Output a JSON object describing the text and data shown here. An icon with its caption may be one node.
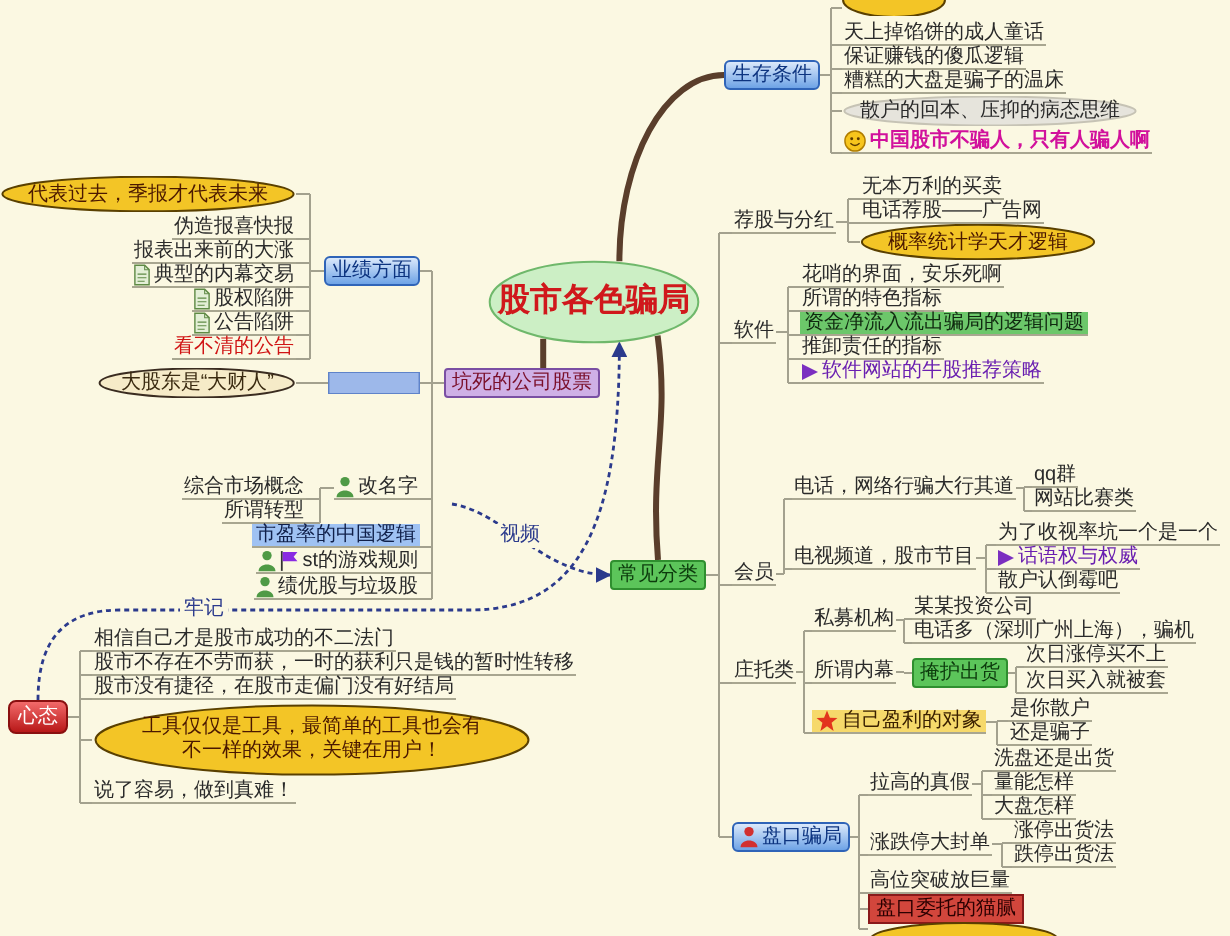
{
  "diagram": {
    "nodes": [
      {
        "text": [
          "股市各色骗局"
        ]
      },
      {
        "text": [
          "生存条件"
        ]
      },
      {
        "text": [],
        "shape": "ellipse"
      },
      {
        "text": [
          "天上掉馅饼的成人童话"
        ]
      },
      {
        "text": [
          "保证赚钱的傻瓜逻辑"
        ]
      },
      {
        "text": [
          "糟糕的大盘是骗子的温床"
        ]
      },
      {
        "text": [
          "散户的回本、压抑的病态思维"
        ]
      },
      {
        "text": [
          "中国股市不骗人，只有人骗人啊"
        ]
      },
      {
        "text": [
          "常见分类"
        ]
      },
      {
        "text": [
          "荐股与分红"
        ]
      },
      {
        "text": [
          "无本万利的买卖"
        ]
      },
      {
        "text": [
          "电话荐股——广告网"
        ]
      },
      {
        "text": [
          "概率统计学天才逻辑"
        ]
      },
      {
        "text": [
          "软件"
        ]
      },
      {
        "text": [
          "花哨的界面，安乐死啊"
        ]
      },
      {
        "text": [
          "所谓的特色指标"
        ]
      },
      {
        "text": [
          "资金净流入流出骗局的逻辑问题"
        ]
      },
      {
        "text": [
          "推卸责任的指标"
        ]
      },
      {
        "text": [
          "软件网站的牛股推荐策略"
        ]
      },
      {
        "text": [
          "会员"
        ]
      },
      {
        "text": [
          "电话，网络行骗大行其道"
        ]
      },
      {
        "text": [
          "qq群"
        ]
      },
      {
        "text": [
          "网站比赛类"
        ]
      },
      {
        "text": [
          "电视频道，股市节目"
        ]
      },
      {
        "text": [
          "为了收视率坑一个是一个"
        ]
      },
      {
        "text": [
          "话语权与权威"
        ]
      },
      {
        "text": [
          "散户认倒霉吧"
        ]
      },
      {
        "text": [
          "庄托类"
        ]
      },
      {
        "text": [
          "私募机构"
        ]
      },
      {
        "text": [
          "某某投资公司"
        ]
      },
      {
        "text": [
          "电话多（深圳广州上海），骗机"
        ]
      },
      {
        "text": [
          "所谓内幕"
        ]
      },
      {
        "text": [
          "掩护出货"
        ]
      },
      {
        "text": [
          "次日涨停买不上"
        ]
      },
      {
        "text": [
          "次日买入就被套"
        ]
      },
      {
        "text": [
          "自己盈利的对象"
        ]
      },
      {
        "text": [
          "是你散户"
        ]
      },
      {
        "text": [
          "还是骗子"
        ]
      },
      {
        "text": [
          "盘口骗局"
        ]
      },
      {
        "text": [
          "拉高的真假"
        ]
      },
      {
        "text": [
          "洗盘还是出货"
        ]
      },
      {
        "text": [
          "量能怎样"
        ]
      },
      {
        "text": [
          "大盘怎样"
        ]
      },
      {
        "text": [
          "涨跌停大封单"
        ]
      },
      {
        "text": [
          "涨停出货法"
        ]
      },
      {
        "text": [
          "跌停出货法"
        ]
      },
      {
        "text": [
          "高位突破放巨量"
        ]
      },
      {
        "text": [
          "盘口委托的猫腻"
        ]
      },
      {
        "text": [],
        "shape": "ellipse"
      },
      {
        "text": [
          "坑死的公司股票"
        ]
      },
      {
        "text": [
          "业绩方面"
        ]
      },
      {
        "text": [
          "代表过去，季报才代表未来"
        ]
      },
      {
        "text": [
          "伪造报喜快报"
        ]
      },
      {
        "text": [
          "报表出来前的大涨"
        ]
      },
      {
        "text": [
          "典型的内幕交易"
        ]
      },
      {
        "text": [
          "股权陷阱"
        ]
      },
      {
        "text": [
          "公告陷阱"
        ]
      },
      {
        "text": [
          "看不清的公告"
        ]
      },
      {
        "text": [],
        "shape": "box"
      },
      {
        "text": [
          "大股东是“大财人”"
        ]
      },
      {
        "text": [
          "改名字"
        ]
      },
      {
        "text": [
          "综合市场概念"
        ]
      },
      {
        "text": [
          "所谓转型"
        ]
      },
      {
        "text": [
          "市盈率的中国逻辑"
        ]
      },
      {
        "text": [
          "st的游戏规则"
        ]
      },
      {
        "text": [
          "绩优股与垃圾股"
        ]
      },
      {
        "text": [
          "心态"
        ]
      },
      {
        "text": [
          "相信自己才是股市成功的不二法门"
        ]
      },
      {
        "text": [
          "股市不存在不劳而获，一时的获利只是钱的暂时性转移"
        ]
      },
      {
        "text": [
          "股市没有捷径，在股市走偏门没有好结局"
        ]
      },
      {
        "text": [
          "工具仅仅是工具，最简单的工具也会有不一样的效果，关键在用户！"
        ]
      },
      {
        "text": [
          "说了容易，做到真难！"
        ]
      }
    ],
    "edges": [
      {
        "from": 0,
        "to": 1,
        "arrow": "none",
        "style": "thick",
        "color": "#5a3e2b"
      },
      {
        "from": 1,
        "to": 2,
        "arrow": "none"
      },
      {
        "from": 1,
        "to": 3,
        "arrow": "none"
      },
      {
        "from": 1,
        "to": 4,
        "arrow": "none"
      },
      {
        "from": 1,
        "to": 5,
        "arrow": "none"
      },
      {
        "from": 1,
        "to": 6,
        "arrow": "none"
      },
      {
        "from": 1,
        "to": 7,
        "arrow": "none"
      },
      {
        "from": 0,
        "to": 8,
        "arrow": "none",
        "style": "thick",
        "color": "#5a3e2b"
      },
      {
        "from": 8,
        "to": 9,
        "arrow": "none"
      },
      {
        "from": 9,
        "to": 10,
        "arrow": "none"
      },
      {
        "from": 9,
        "to": 11,
        "arrow": "none"
      },
      {
        "from": 9,
        "to": 12,
        "arrow": "none"
      },
      {
        "from": 8,
        "to": 13,
        "arrow": "none"
      },
      {
        "from": 13,
        "to": 14,
        "arrow": "none"
      },
      {
        "from": 13,
        "to": 15,
        "arrow": "none"
      },
      {
        "from": 13,
        "to": 16,
        "arrow": "none"
      },
      {
        "from": 13,
        "to": 17,
        "arrow": "none"
      },
      {
        "from": 13,
        "to": 18,
        "arrow": "none"
      },
      {
        "from": 8,
        "to": 19,
        "arrow": "none"
      },
      {
        "from": 19,
        "to": 20,
        "arrow": "none"
      },
      {
        "from": 20,
        "to": 21,
        "arrow": "none"
      },
      {
        "from": 20,
        "to": 22,
        "arrow": "none"
      },
      {
        "from": 19,
        "to": 23,
        "arrow": "none"
      },
      {
        "from": 23,
        "to": 24,
        "arrow": "none"
      },
      {
        "from": 23,
        "to": 25,
        "arrow": "none"
      },
      {
        "from": 23,
        "to": 26,
        "arrow": "none"
      },
      {
        "from": 8,
        "to": 27,
        "arrow": "none"
      },
      {
        "from": 27,
        "to": 28,
        "arrow": "none"
      },
      {
        "from": 28,
        "to": 29,
        "arrow": "none"
      },
      {
        "from": 28,
        "to": 30,
        "arrow": "none"
      },
      {
        "from": 27,
        "to": 31,
        "arrow": "none"
      },
      {
        "from": 31,
        "to": 32,
        "arrow": "none"
      },
      {
        "from": 32,
        "to": 33,
        "arrow": "none"
      },
      {
        "from": 32,
        "to": 34,
        "arrow": "none"
      },
      {
        "from": 27,
        "to": 35,
        "arrow": "none"
      },
      {
        "from": 35,
        "to": 36,
        "arrow": "none"
      },
      {
        "from": 35,
        "to": 37,
        "arrow": "none"
      },
      {
        "from": 8,
        "to": 38,
        "arrow": "none"
      },
      {
        "from": 38,
        "to": 39,
        "arrow": "none"
      },
      {
        "from": 39,
        "to": 40,
        "arrow": "none"
      },
      {
        "from": 39,
        "to": 41,
        "arrow": "none"
      },
      {
        "from": 39,
        "to": 42,
        "arrow": "none"
      },
      {
        "from": 38,
        "to": 43,
        "arrow": "none"
      },
      {
        "from": 43,
        "to": 44,
        "arrow": "none"
      },
      {
        "from": 43,
        "to": 45,
        "arrow": "none"
      },
      {
        "from": 38,
        "to": 46,
        "arrow": "none"
      },
      {
        "from": 38,
        "to": 47,
        "arrow": "none"
      },
      {
        "from": 38,
        "to": 48,
        "arrow": "none"
      },
      {
        "from": 0,
        "to": 49,
        "arrow": "none",
        "style": "thick",
        "color": "#5a3e2b"
      },
      {
        "from": 49,
        "to": 50,
        "arrow": "none"
      },
      {
        "from": 50,
        "to": 51,
        "arrow": "none"
      },
      {
        "from": 50,
        "to": 52,
        "arrow": "none"
      },
      {
        "from": 50,
        "to": 53,
        "arrow": "none"
      },
      {
        "from": 50,
        "to": 54,
        "arrow": "none"
      },
      {
        "from": 50,
        "to": 55,
        "arrow": "none"
      },
      {
        "from": 50,
        "to": 56,
        "arrow": "none"
      },
      {
        "from": 50,
        "to": 57,
        "arrow": "none"
      },
      {
        "from": 49,
        "to": 58,
        "arrow": "none"
      },
      {
        "from": 58,
        "to": 59,
        "arrow": "none"
      },
      {
        "from": 49,
        "to": 60,
        "arrow": "none"
      },
      {
        "from": 60,
        "to": 61,
        "arrow": "none"
      },
      {
        "from": 60,
        "to": 62,
        "arrow": "none"
      },
      {
        "from": 49,
        "to": 63,
        "arrow": "none"
      },
      {
        "from": 49,
        "to": 64,
        "arrow": "none"
      },
      {
        "from": 49,
        "to": 65,
        "arrow": "none"
      },
      {
        "from": 66,
        "to": 67,
        "arrow": "none"
      },
      {
        "from": 66,
        "to": 68,
        "arrow": "none"
      },
      {
        "from": 66,
        "to": 69,
        "arrow": "none"
      },
      {
        "from": 66,
        "to": 70,
        "arrow": "none"
      },
      {
        "from": 66,
        "to": 71,
        "arrow": "none"
      },
      {
        "from": 66,
        "to": 0,
        "arrow": "to",
        "style": "dashed",
        "color": "#2b3a8c",
        "label": "牢记"
      },
      {
        "from": null,
        "to": 8,
        "arrow": "to",
        "style": "dashed",
        "color": "#2b3a8c",
        "label": "视频"
      }
    ]
  }
}
